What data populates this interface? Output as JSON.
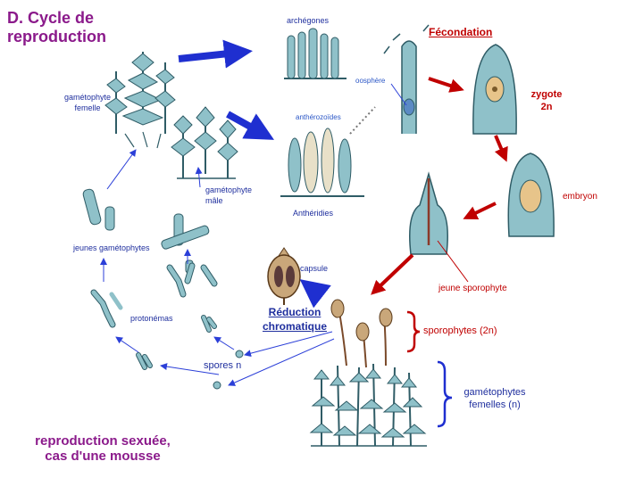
{
  "title": "D. Cycle de reproduction",
  "caption": "reproduction sexuée, cas d'une mousse",
  "labels": {
    "archegones": "archégones",
    "oosphere": "oosphère",
    "antherozoides": "anthérozoïdes",
    "antheridies": "Anthéridies",
    "fecondation": "Fécondation",
    "zygote": "zygote",
    "zygote_ploidy": "2n",
    "embryon": "embryon",
    "jeune_sporophyte": "jeune sporophyte",
    "gametophyte_femelle_1": "gamétophyte",
    "gametophyte_femelle_2": "femelle",
    "gametophyte_male_1": "gamétophyte",
    "gametophyte_male_2": "mâle",
    "jeunes_gametophytes": "jeunes gamétophytes",
    "protonemas": "protonémas",
    "spores": "spores n",
    "capsule": "capsule",
    "reduction_1": "Réduction",
    "reduction_2": "chromatique",
    "sporophytes": "sporophytes (2n)",
    "gametophytes_femelles_1": "gamétophytes",
    "gametophytes_femelles_2": "femelles (n)"
  },
  "colors": {
    "title": "#8b1a8b",
    "red_arrow": "#c00000",
    "blue_arrow": "#1f2fd0",
    "thin_arrow": "#2b3fd8",
    "plant": "#8fc1c9",
    "plant_dark": "#2f5c66",
    "bracket_red": "#c00000",
    "bracket_blue": "#1f2fd0"
  }
}
